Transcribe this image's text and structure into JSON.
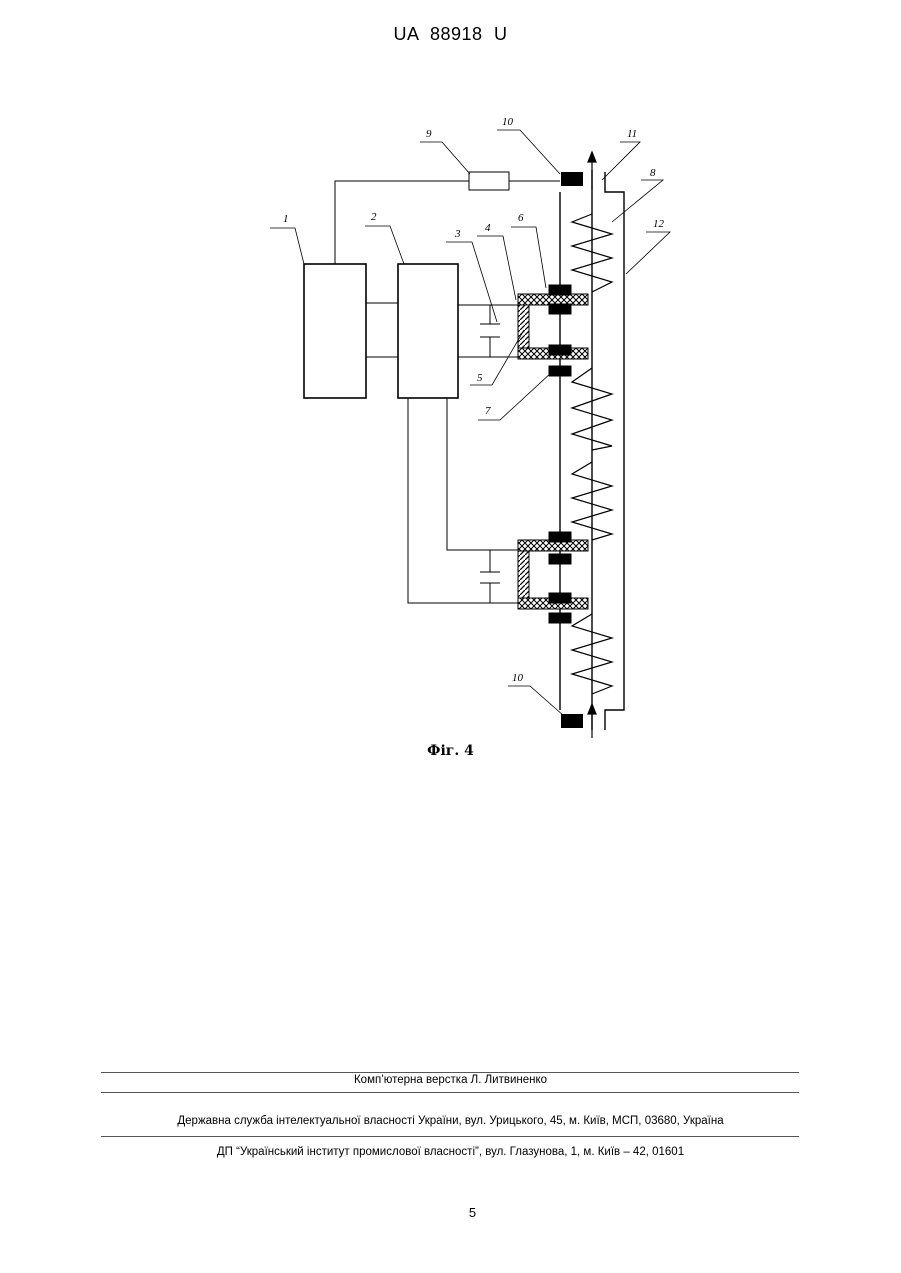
{
  "document": {
    "header": "UA   88918   U",
    "figure_caption": "Фіг. 4",
    "labels": {
      "l1": "1",
      "l2": "2",
      "l3": "3",
      "l4": "4",
      "l5": "5",
      "l6": "6",
      "l7": "7",
      "l8": "8",
      "l9": "9",
      "l10_top": "10",
      "l10_bottom": "10",
      "l11": "11",
      "l12": "12"
    },
    "footer": {
      "layout_credit": "Комп’ютерна верстка Л. Литвиненко",
      "publisher": "Державна служба інтелектуальної власності України, вул. Урицького, 45, м. Київ, МСП, 03680, Україна",
      "institute": "ДП “Український інститут промислової власності”, вул. Глазунова, 1, м. Київ – 42, 01601"
    },
    "page_number": "5"
  }
}
